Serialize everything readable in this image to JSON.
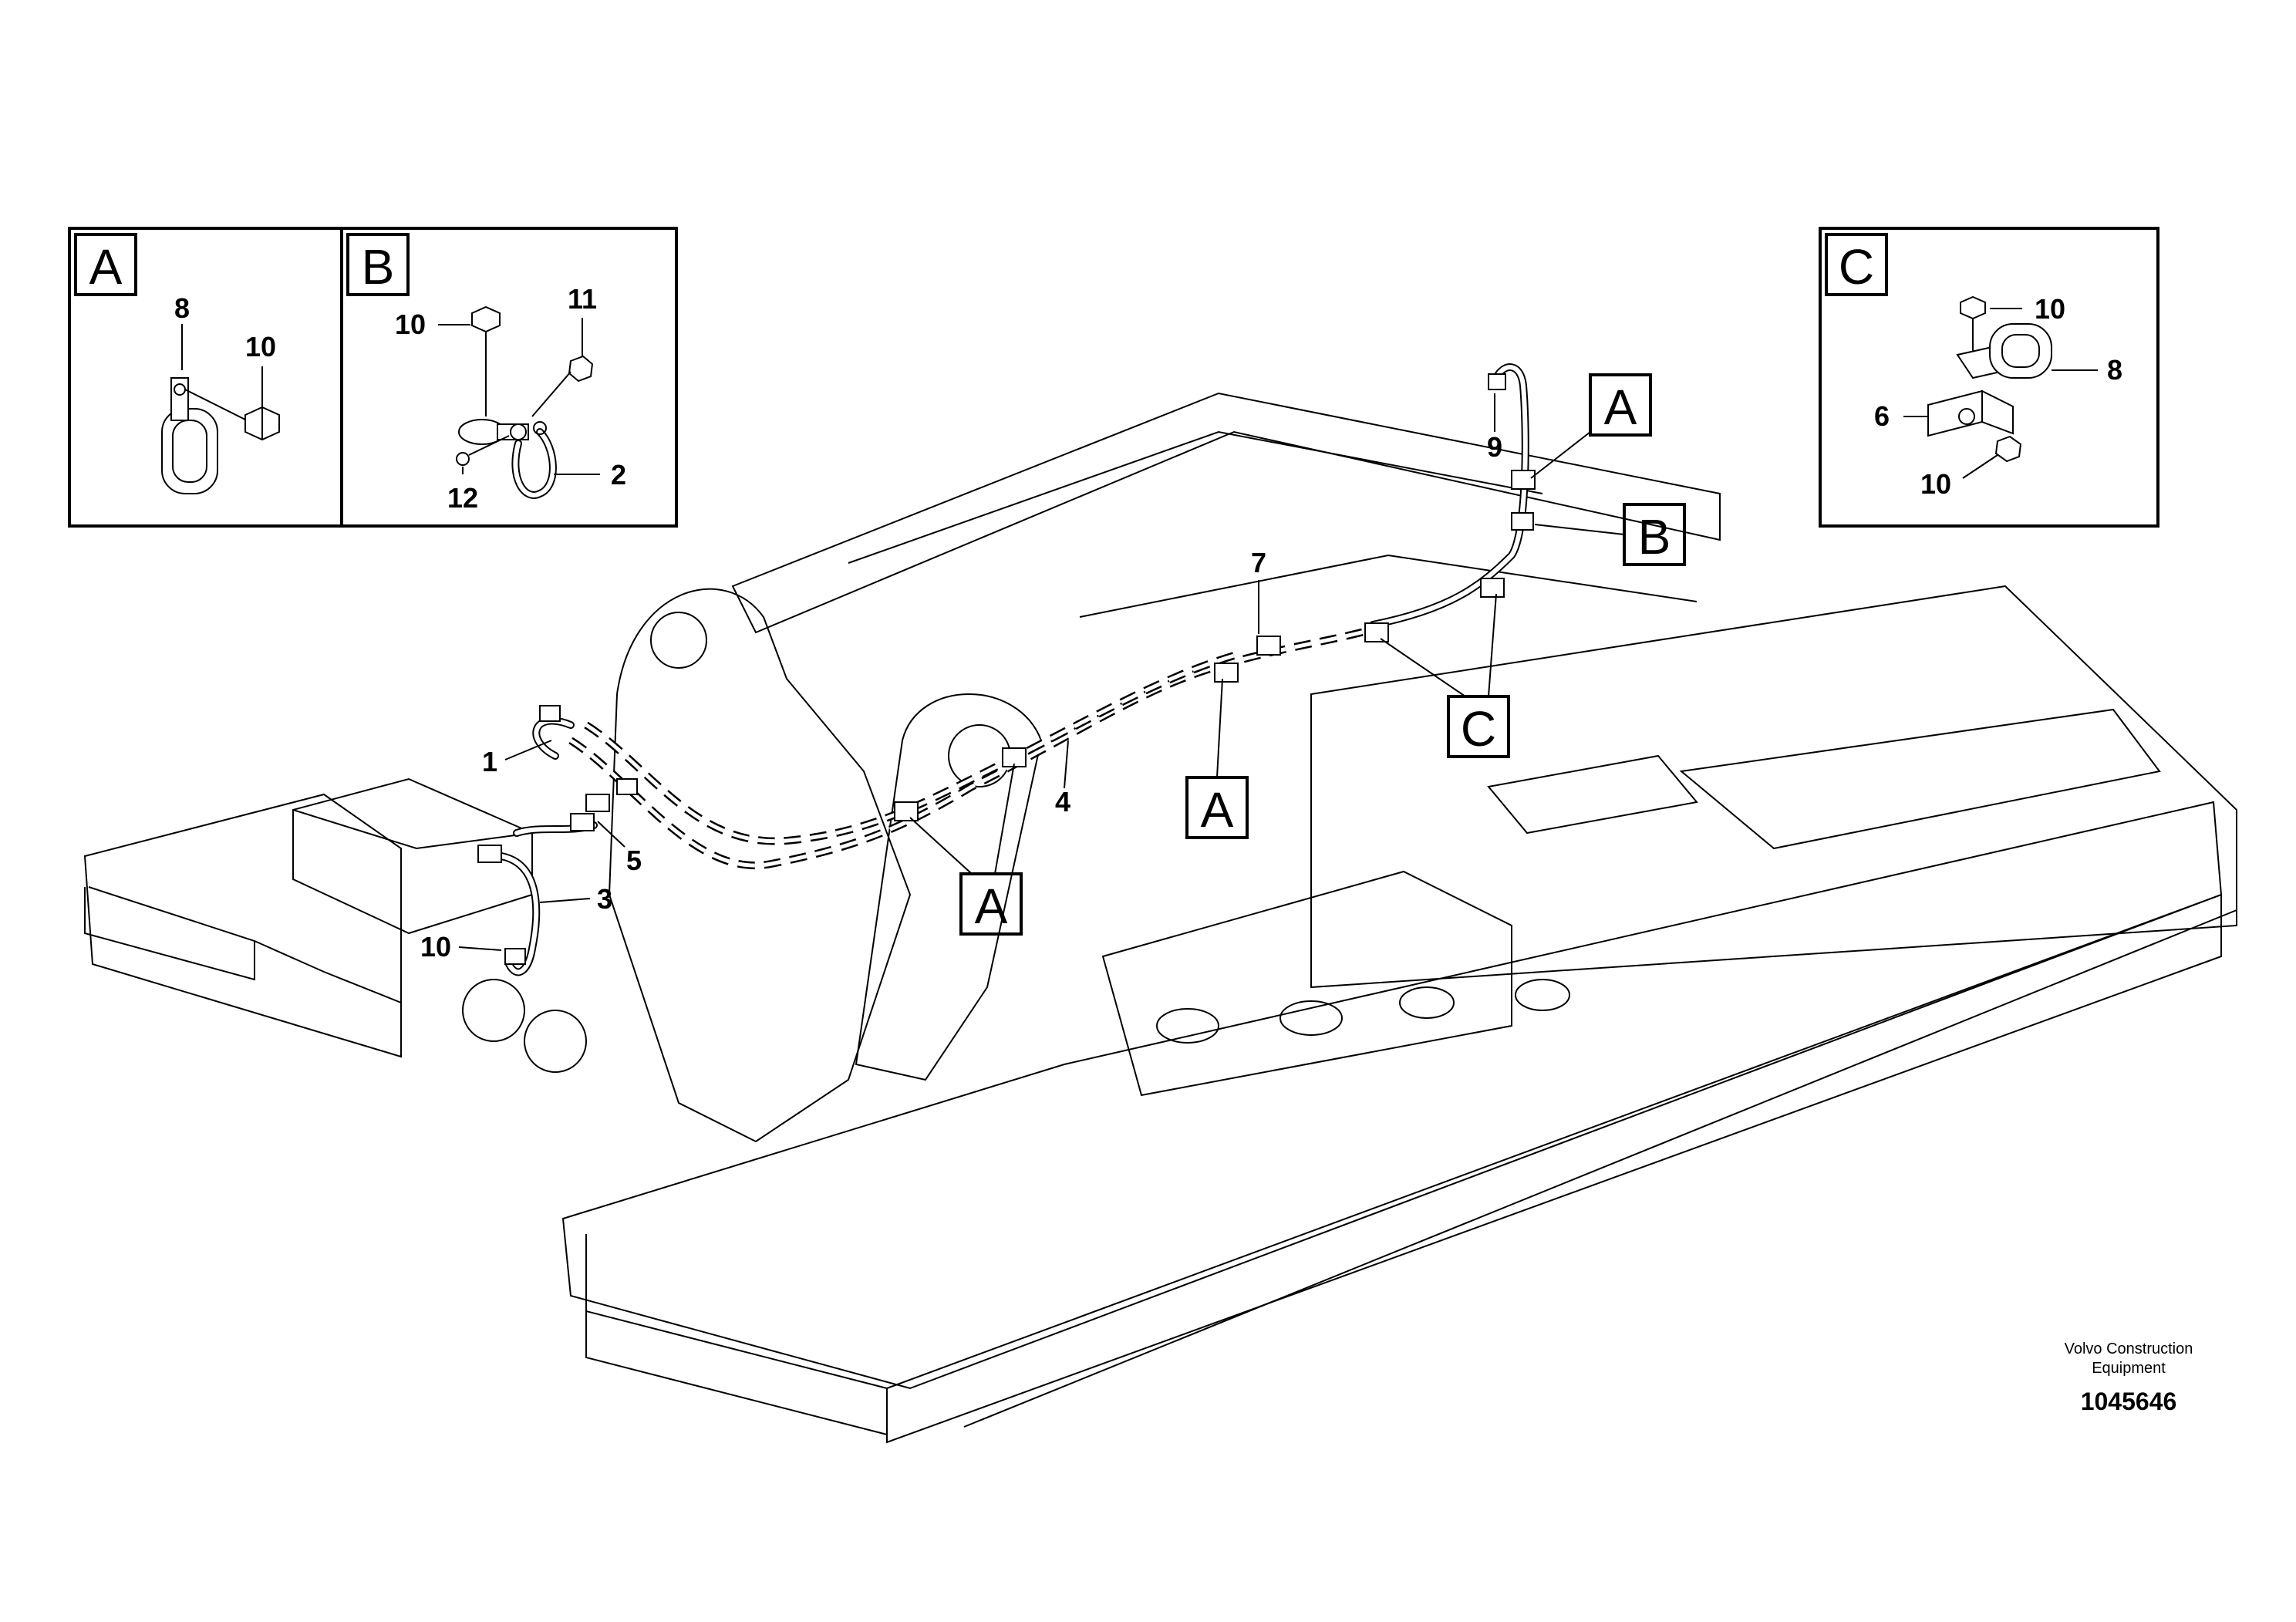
{
  "detail_a": {
    "letter": "A",
    "callouts": [
      "8",
      "10"
    ]
  },
  "detail_b": {
    "letter": "B",
    "callouts": [
      "10",
      "11",
      "2",
      "12"
    ]
  },
  "detail_c": {
    "letter": "C",
    "callouts": [
      "10",
      "8",
      "6",
      "10"
    ]
  },
  "view_markers": [
    "A",
    "B",
    "A",
    "C",
    "A"
  ],
  "main_callouts": [
    "9",
    "7",
    "1",
    "4",
    "5",
    "3",
    "10"
  ],
  "brand_line1": "Volvo Construction",
  "brand_line2": "Equipment",
  "doc_number": "1045646"
}
